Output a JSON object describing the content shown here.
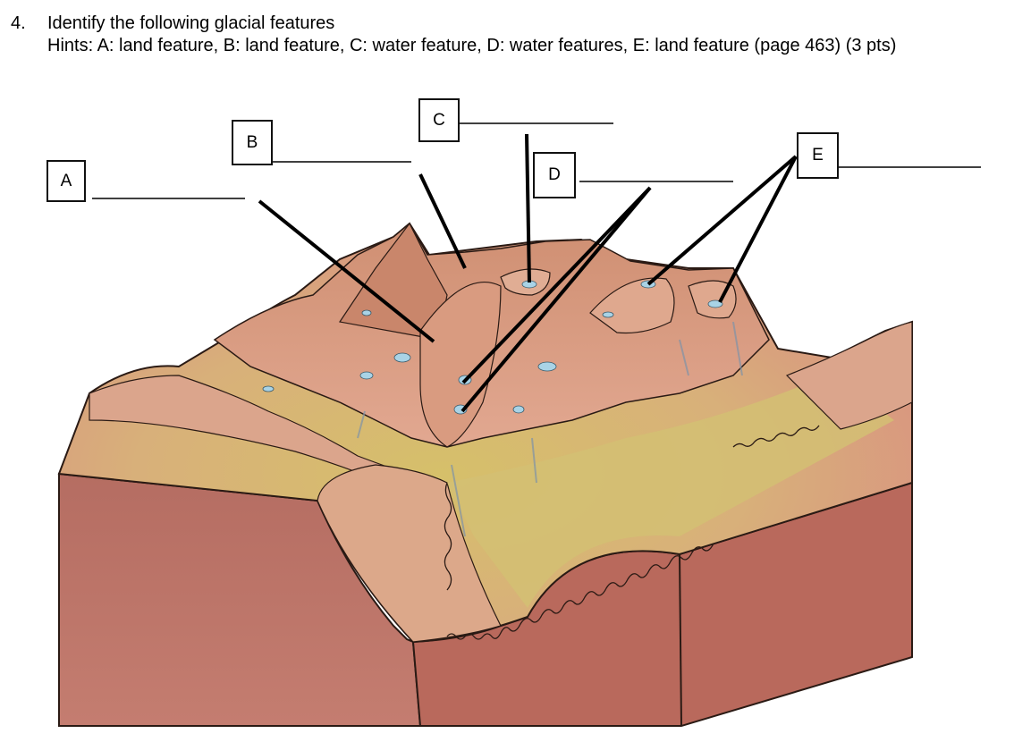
{
  "question": {
    "number": "4.",
    "title": "Identify the following glacial features",
    "hints": "Hints: A: land feature, B: land feature, C: water feature, D: water features, E: land feature (page 463) (3 pts)"
  },
  "labels": [
    {
      "id": "A",
      "text": "A"
    },
    {
      "id": "B",
      "text": "B"
    },
    {
      "id": "C",
      "text": "C"
    },
    {
      "id": "D",
      "text": "D"
    },
    {
      "id": "E",
      "text": "E"
    }
  ],
  "colors": {
    "rock_face": "#b86b5e",
    "ridge": "#d99a7f",
    "valley_floor": "#cdb36a",
    "tarn_water": "#a9d3e6",
    "outline": "#2a1a14"
  }
}
